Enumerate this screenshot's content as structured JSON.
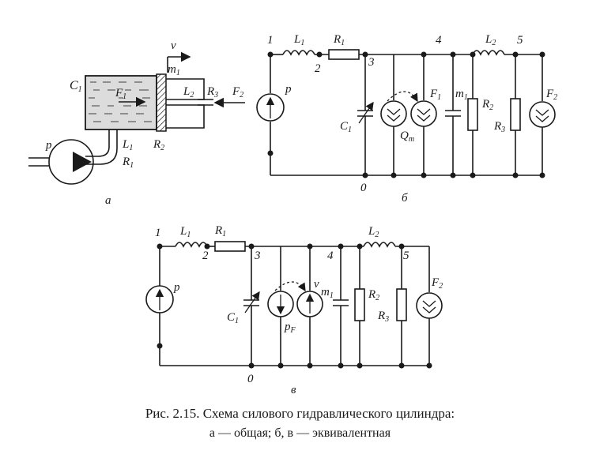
{
  "figure": {
    "caption": {
      "line1": "Рис. 2.15. Схема силового гидравлического цилиндра:",
      "line2": "а — общая; б, в — эквивалентная"
    },
    "panel_a": {
      "label": "а",
      "labels": {
        "v": "v",
        "m1": "m",
        "m1_sub": "1",
        "C1": "C",
        "C1_sub": "1",
        "F1": "F",
        "F1_sub": "1",
        "L2": "L",
        "L2_sub": "2",
        "R3": "R",
        "R3_sub": "3",
        "F2": "F",
        "F2_sub": "2",
        "p": "p",
        "L1": "L",
        "L1_sub": "1",
        "R2": "R",
        "R2_sub": "2",
        "R1": "R",
        "R1_sub": "1"
      }
    },
    "panel_b": {
      "label": "б",
      "nodes": {
        "n1": "1",
        "n2": "2",
        "n3": "3",
        "n4": "4",
        "n5": "5",
        "n0": "0"
      },
      "labels": {
        "L1": "L",
        "L1_sub": "1",
        "R1": "R",
        "R1_sub": "1",
        "L2": "L",
        "L2_sub": "2",
        "p": "p",
        "C1": "C",
        "C1_sub": "1",
        "Qm": "Q",
        "Qm_sub": "m",
        "F1": "F",
        "F1_sub": "1",
        "m1": "m",
        "m1_sub": "1",
        "R2": "R",
        "R2_sub": "2",
        "R3": "R",
        "R3_sub": "3",
        "F2": "F",
        "F2_sub": "2"
      }
    },
    "panel_c": {
      "label": "в",
      "nodes": {
        "n1": "1",
        "n2": "2",
        "n3": "3",
        "n4": "4",
        "n5": "5",
        "n0": "0"
      },
      "labels": {
        "L1": "L",
        "L1_sub": "1",
        "R1": "R",
        "R1_sub": "1",
        "L2": "L",
        "L2_sub": "2",
        "p": "p",
        "C1": "C",
        "C1_sub": "1",
        "pF": "p",
        "pF_sub": "F",
        "v": "v",
        "m1": "m",
        "m1_sub": "1",
        "R2": "R",
        "R2_sub": "2",
        "R3": "R",
        "R3_sub": "3",
        "F2": "F",
        "F2_sub": "2"
      }
    }
  }
}
